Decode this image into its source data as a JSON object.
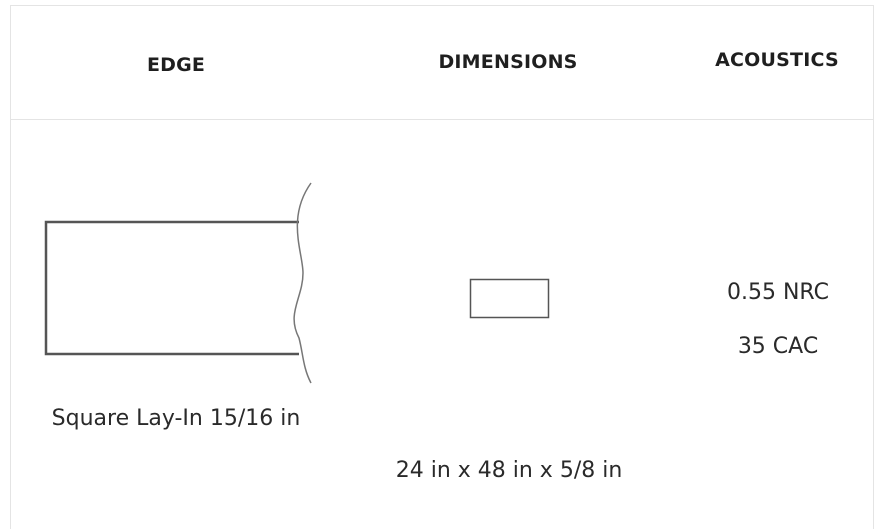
{
  "headers": {
    "edge": "EDGE",
    "dimensions": "DIMENSIONS",
    "acoustics": "ACOUSTICS"
  },
  "edge": {
    "label": "Square Lay-In 15/16 in",
    "icon": "square-edge-profile-icon"
  },
  "dimensions": {
    "value": "24 in x 48 in x 5/8 in",
    "icon": "panel-rectangle-icon"
  },
  "acoustics": {
    "nrc": "0.55 NRC",
    "cac": "35 CAC"
  },
  "colors": {
    "text": "#222222",
    "border": "#e4e4e4",
    "line": "#555555"
  }
}
